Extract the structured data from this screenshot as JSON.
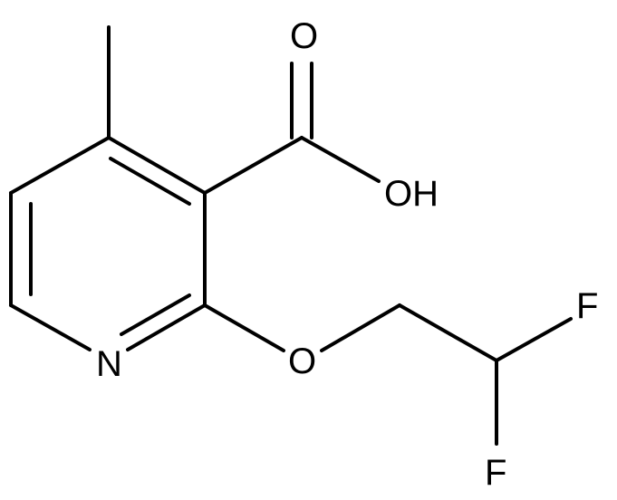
{
  "molecule": {
    "atoms": {
      "oxygen_carbonyl": "O",
      "hydroxyl": "OH",
      "nitrogen": "N",
      "oxygen_ether": "O",
      "fluorine_1": "F",
      "fluorine_2": "F"
    },
    "colors": {
      "stroke": "#000000",
      "background": "#ffffff"
    }
  }
}
